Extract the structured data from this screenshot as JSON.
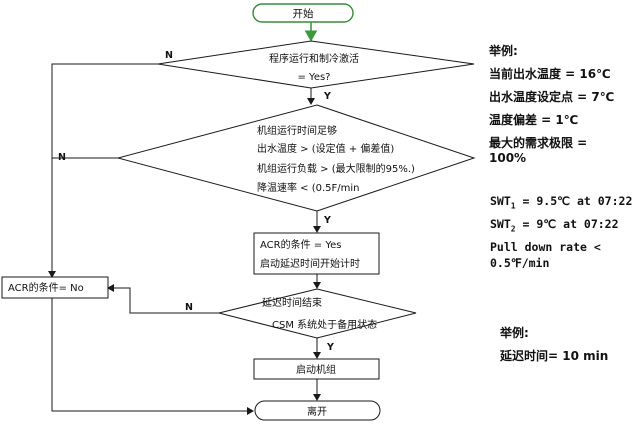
{
  "flowchart": {
    "start_label": "开始",
    "decision1": {
      "line1": "程序运行和制冷激活",
      "line2": "= Yes?"
    },
    "decision2": {
      "line1": "机组运行时间足够",
      "line2": "出水温度 > (设定值 + 偏差值)",
      "line3": "机组运行负载 > (最大限制的95%.)",
      "line4": "降温速率 < (0.5F/min"
    },
    "process1": {
      "line1": "ACR的条件 = Yes",
      "line2": "启动延迟时间开始计时"
    },
    "decision3": {
      "line1": "延迟时间结束",
      "line2": "CSM 系统处于备用状态"
    },
    "process2": {
      "line1": "启动机组"
    },
    "end_label": "离开",
    "left_box": "ACR的条件= No",
    "labels": {
      "n1": "N",
      "y1": "Y",
      "n2": "N",
      "y2": "Y",
      "n3": "N",
      "y3": "Y"
    }
  },
  "example1": {
    "title": "举例:",
    "items": [
      "当前出水温度 = 16℃",
      "出水温度设定点 = 7℃",
      "温度偏差 = 1℃",
      "最大的需求极限 =",
      "100%"
    ]
  },
  "example2": {
    "swt1_prefix": "SWT",
    "swt1_sub": "1",
    "swt1_rest": " = 9.5℃ at 07:22",
    "swt2_prefix": "SWT",
    "swt2_sub": "2",
    "swt2_rest": " = 9℃ at 07:22",
    "pulldown1": "Pull down rate <",
    "pulldown2": "0.5℉/min"
  },
  "example3": {
    "title": "举例:",
    "item": "延迟时间= 10 min"
  },
  "colors": {
    "start_fill": "#ffffff",
    "start_stroke": "#3a8a3a",
    "arrow_start": "#3a9a3a",
    "line": "#1a1a1a"
  }
}
